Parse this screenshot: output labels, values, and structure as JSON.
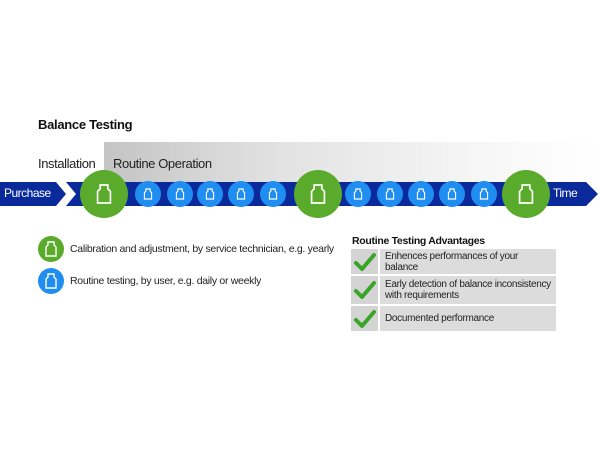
{
  "title": "Balance Testing",
  "phases": {
    "installation": "Installation",
    "routine": "Routine Operation"
  },
  "timeline": {
    "start_label": "Purchase",
    "end_label": "Time",
    "markers": [
      {
        "type": "calibration",
        "icon": "weight-icon"
      },
      {
        "type": "routine",
        "icon": "weight-icon"
      },
      {
        "type": "routine",
        "icon": "weight-icon"
      },
      {
        "type": "routine",
        "icon": "weight-icon"
      },
      {
        "type": "routine",
        "icon": "weight-icon"
      },
      {
        "type": "routine",
        "icon": "weight-icon"
      },
      {
        "type": "calibration",
        "icon": "weight-icon"
      },
      {
        "type": "routine",
        "icon": "weight-icon"
      },
      {
        "type": "routine",
        "icon": "weight-icon"
      },
      {
        "type": "routine",
        "icon": "weight-icon"
      },
      {
        "type": "routine",
        "icon": "weight-icon"
      },
      {
        "type": "routine",
        "icon": "weight-icon"
      },
      {
        "type": "calibration",
        "icon": "weight-icon"
      }
    ]
  },
  "legend": [
    {
      "type": "calibration",
      "text": "Calibration and adjustment, by service technician, e.g. yearly"
    },
    {
      "type": "routine",
      "text": "Routine testing, by user, e.g. daily or weekly"
    }
  ],
  "advantages": {
    "title": "Routine Testing Advantages",
    "items": [
      "Enhences performances of your balance",
      "Early detection of balance inconsistency with requirements",
      "Documented performance"
    ]
  },
  "colors": {
    "band": "#0a2a9c",
    "calibration": "#5aab2c",
    "routine": "#1f8ef0",
    "check": "#3aa526"
  }
}
